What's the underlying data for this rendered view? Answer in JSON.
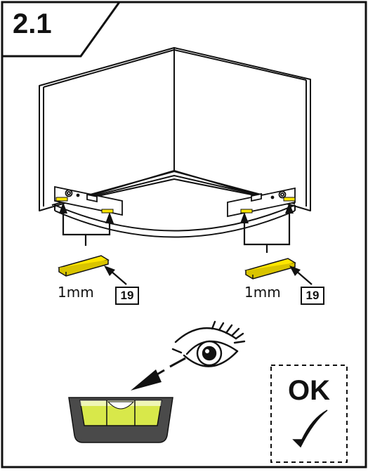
{
  "step": {
    "number": "2.1"
  },
  "shims": [
    {
      "thickness_label": "1mm",
      "part_number": "19"
    },
    {
      "thickness_label": "1mm",
      "part_number": "19"
    }
  ],
  "confirm": {
    "label": "OK"
  },
  "colors": {
    "outline": "#111111",
    "shim_yellow": "#FFE600",
    "level_body": "#4a4a4a",
    "bubble": "#D8E84A"
  },
  "icons": [
    "eye-icon",
    "spirit-level-icon",
    "check-icon"
  ]
}
